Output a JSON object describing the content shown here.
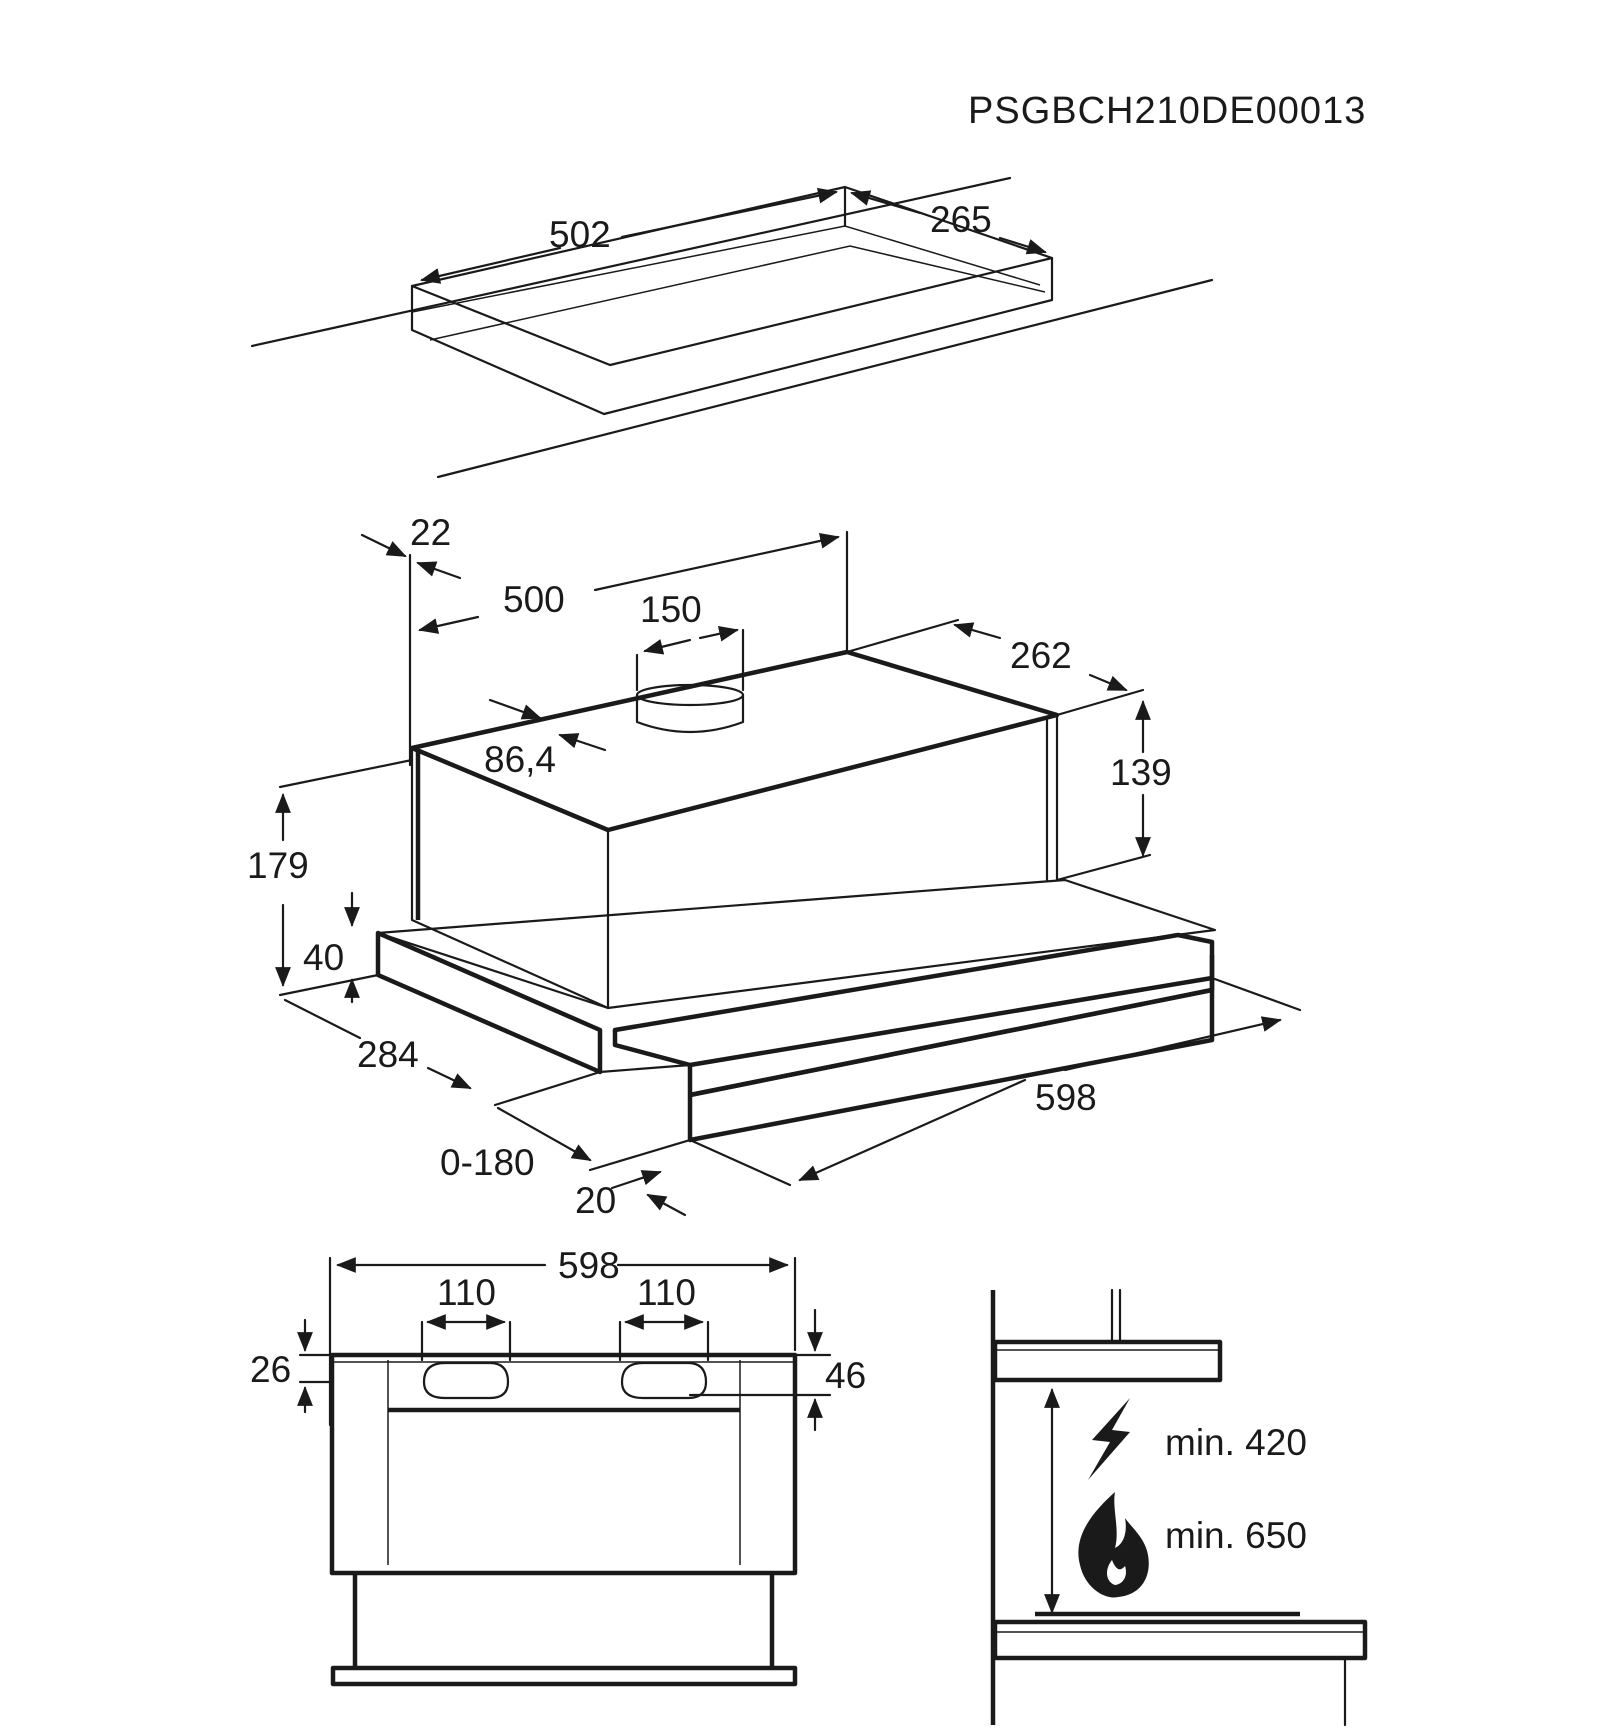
{
  "document_code": "PSGBCH210DE00013",
  "cutout_view": {
    "width": "502",
    "depth": "265"
  },
  "isometric_view": {
    "rear_offset": "22",
    "body_width": "500",
    "outlet_diameter": "150",
    "outlet_offset": "86,4",
    "body_depth": "262",
    "body_height": "139",
    "total_height": "179",
    "front_panel_height": "40",
    "depth": "284",
    "extension": "0-180",
    "front_thickness": "20",
    "total_width": "598"
  },
  "front_view": {
    "width": "598",
    "bracket_left": "110",
    "bracket_right": "110",
    "left_clearance": "26",
    "right_clearance": "46"
  },
  "clearance_view": {
    "electric_label": "min. 420",
    "gas_label": "min. 650",
    "electric_icon": "lightning-icon",
    "gas_icon": "flame-icon"
  }
}
